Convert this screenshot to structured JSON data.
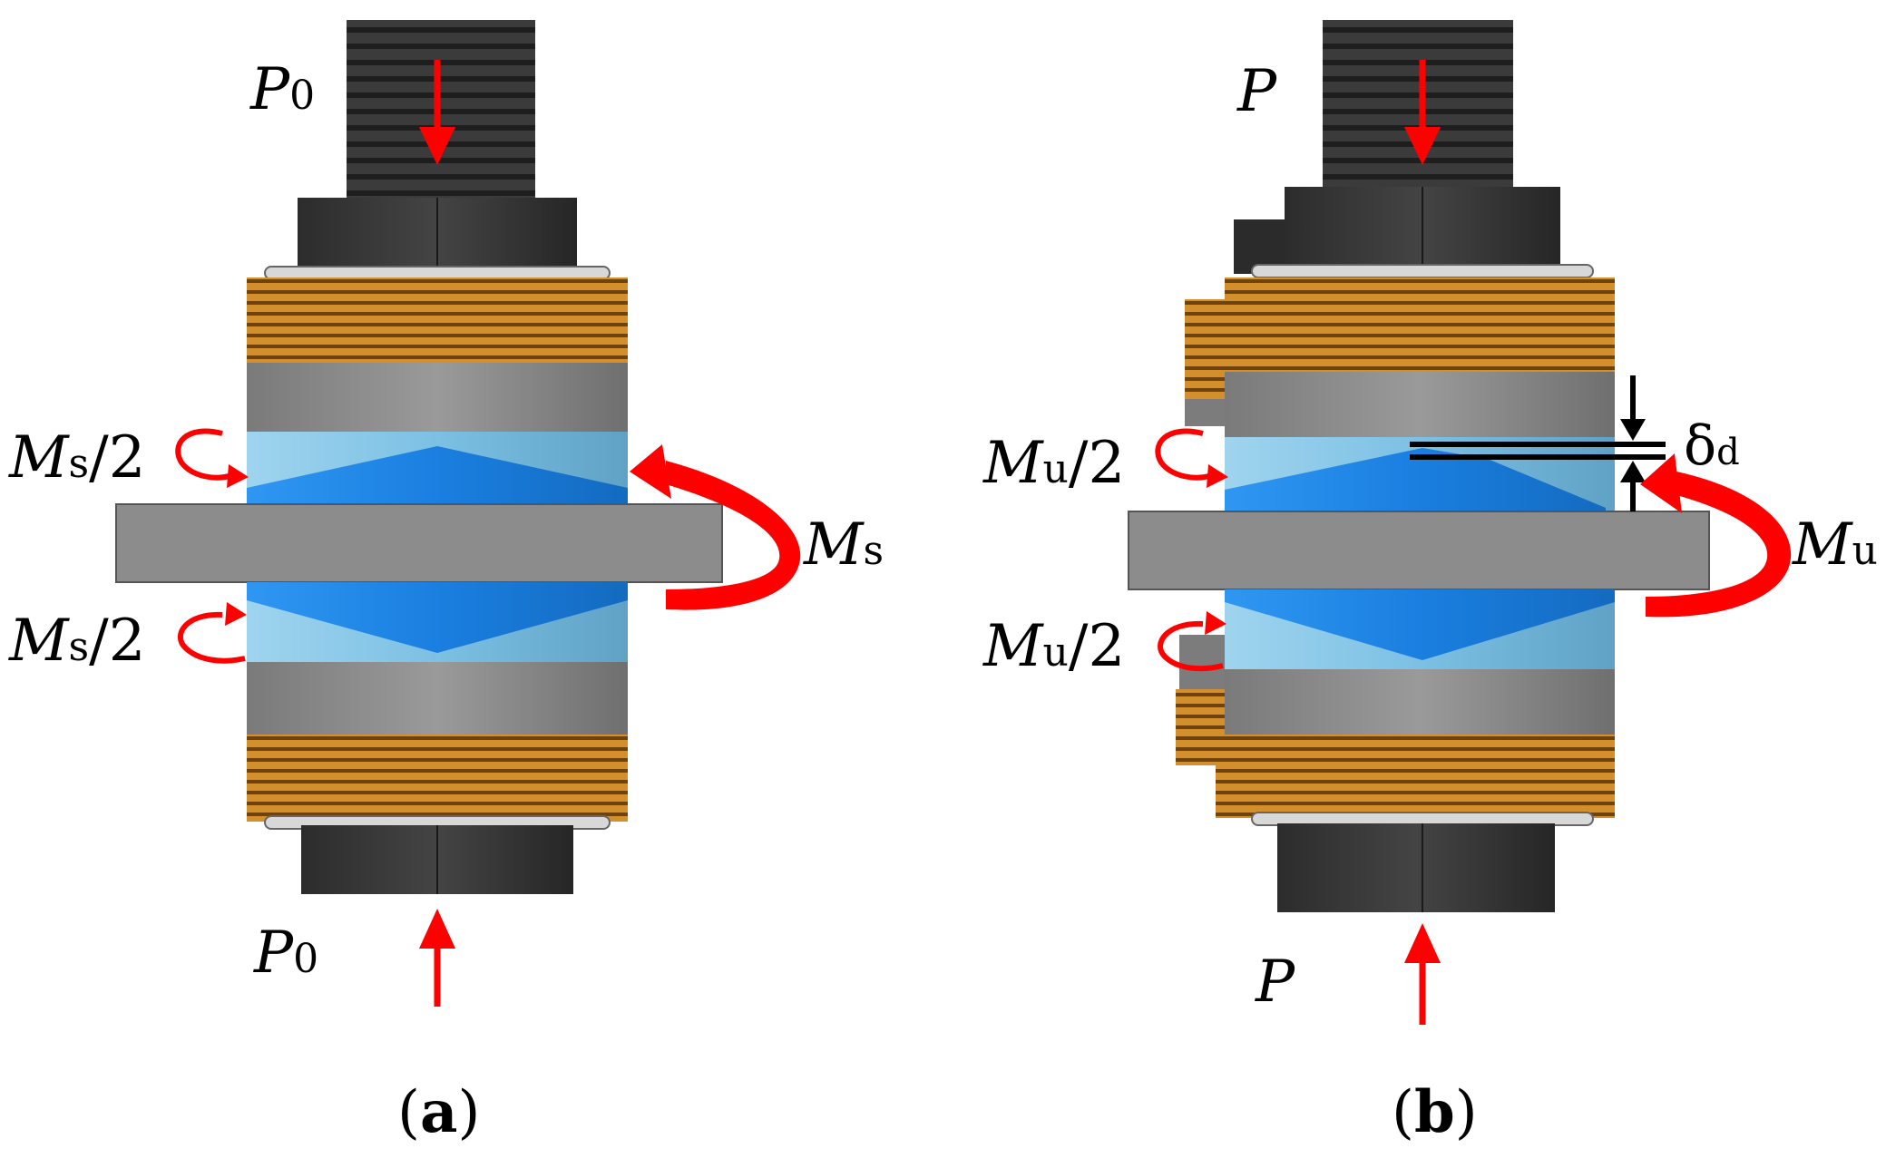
{
  "colors": {
    "bolt": "#3a3a3a",
    "nut": "#333333",
    "washer_copper": "#c8862a",
    "spacer_gray": "#8c8c8c",
    "disc_blue": "#2a8ff0",
    "disc_light": "#8cc8e6",
    "plate_gray": "#8a8a8a",
    "arrow_red": "#ff0000"
  },
  "panel_a": {
    "load_top": "P",
    "load_top_sub": "0",
    "load_bottom": "P",
    "load_bottom_sub": "0",
    "moment_upper": "M",
    "moment_upper_sub": "s",
    "moment_upper_tail": "/2",
    "moment_lower": "M",
    "moment_lower_sub": "s",
    "moment_lower_tail": "/2",
    "moment_right": "M",
    "moment_right_sub": "s",
    "caption_open": "(",
    "caption_letter": "a",
    "caption_close": ")"
  },
  "panel_b": {
    "load_top": "P",
    "load_bottom": "P",
    "moment_upper": "M",
    "moment_upper_sub": "u",
    "moment_upper_tail": "/2",
    "moment_lower": "M",
    "moment_lower_sub": "u",
    "moment_lower_tail": "/2",
    "moment_right": "M",
    "moment_right_sub": "u",
    "gap": "δ",
    "gap_sub": "d",
    "caption_open": "(",
    "caption_letter": "b",
    "caption_close": ")"
  }
}
